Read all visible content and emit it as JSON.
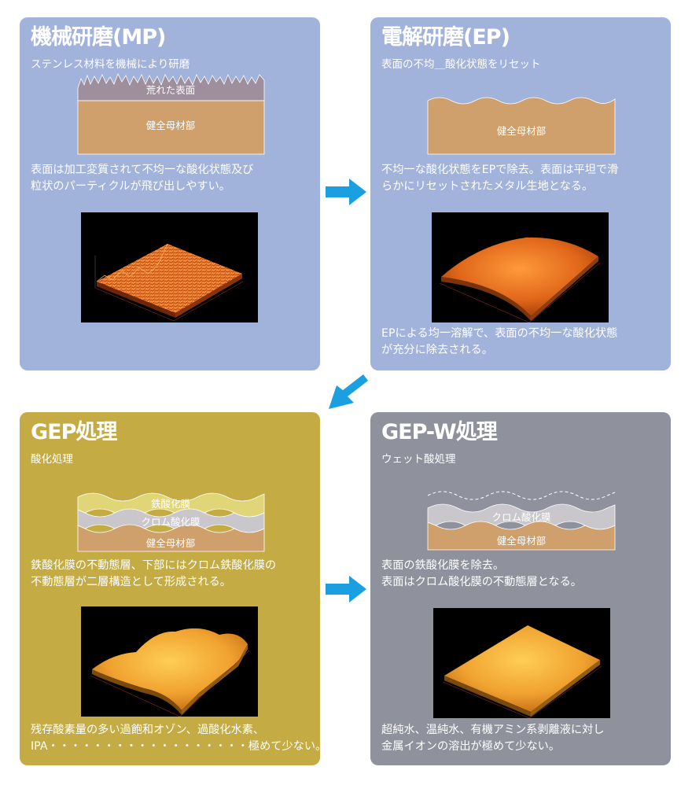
{
  "colors": {
    "blue_panel": "#a1b2db",
    "gold_panel": "#c4ab43",
    "gray_panel": "#8f919d",
    "arrow": "#1aa0e0",
    "base_metal": "#cfa06c",
    "rough_surface": "#9f8e9c",
    "iron_oxide": "#e0d678",
    "chromium_oxide": "#c9c7cb"
  },
  "panels": {
    "mp": {
      "title": "機械研磨(MP)",
      "subtitle": "ステンレス材料を機械により研磨",
      "labels": {
        "rough": "荒れた表面",
        "base": "健全母材部"
      },
      "desc": [
        "表面は加工変質されて不均一な酸化状態及び",
        "粒状のパーティクルが飛び出しやすい。"
      ],
      "plot_icon": "rough-surface-3d-plot"
    },
    "ep": {
      "title": "電解研磨(EP)",
      "subtitle": "表面の不均＿酸化状態をリセット",
      "labels": {
        "base": "健全母材部"
      },
      "desc": [
        "不均一な酸化状態をEPで除去。表面は平坦で滑",
        "らかにリセットされたメタル生地となる。"
      ],
      "desc2": [
        "EPによる均一溶解で、表面の不均一な酸化状態",
        "が充分に除去される。"
      ],
      "plot_icon": "smooth-surface-3d-plot"
    },
    "gep": {
      "title": "GEP処理",
      "subtitle": "酸化処理",
      "labels": {
        "iron": "鉄酸化膜",
        "chrome": "クロム酸化膜",
        "base": "健全母材部"
      },
      "desc": [
        "鉄酸化膜の不動態層、下部にはクロム鉄酸化膜の",
        "不動態層が二層構造として形成される。"
      ],
      "desc2": [
        "残存酸素量の多い過飽和オゾン、過酸化水素、",
        "IPA・・・・・・・・・・・・・・・・・・極めて少ない。"
      ],
      "plot_icon": "oxidized-surface-3d-plot"
    },
    "gepw": {
      "title": "GEP-W処理",
      "subtitle": "ウェット酸処理",
      "labels": {
        "chrome": "クロム酸化膜",
        "base": "健全母材部"
      },
      "desc": [
        "表面の鉄酸化膜を除去。",
        "表面はクロム酸化膜の不動態層となる。"
      ],
      "desc2": [
        "超純水、温純水、有機アミン系剥離液に対し",
        "金属イオンの溶出が極めて少ない。"
      ],
      "plot_icon": "passivated-surface-3d-plot"
    }
  }
}
